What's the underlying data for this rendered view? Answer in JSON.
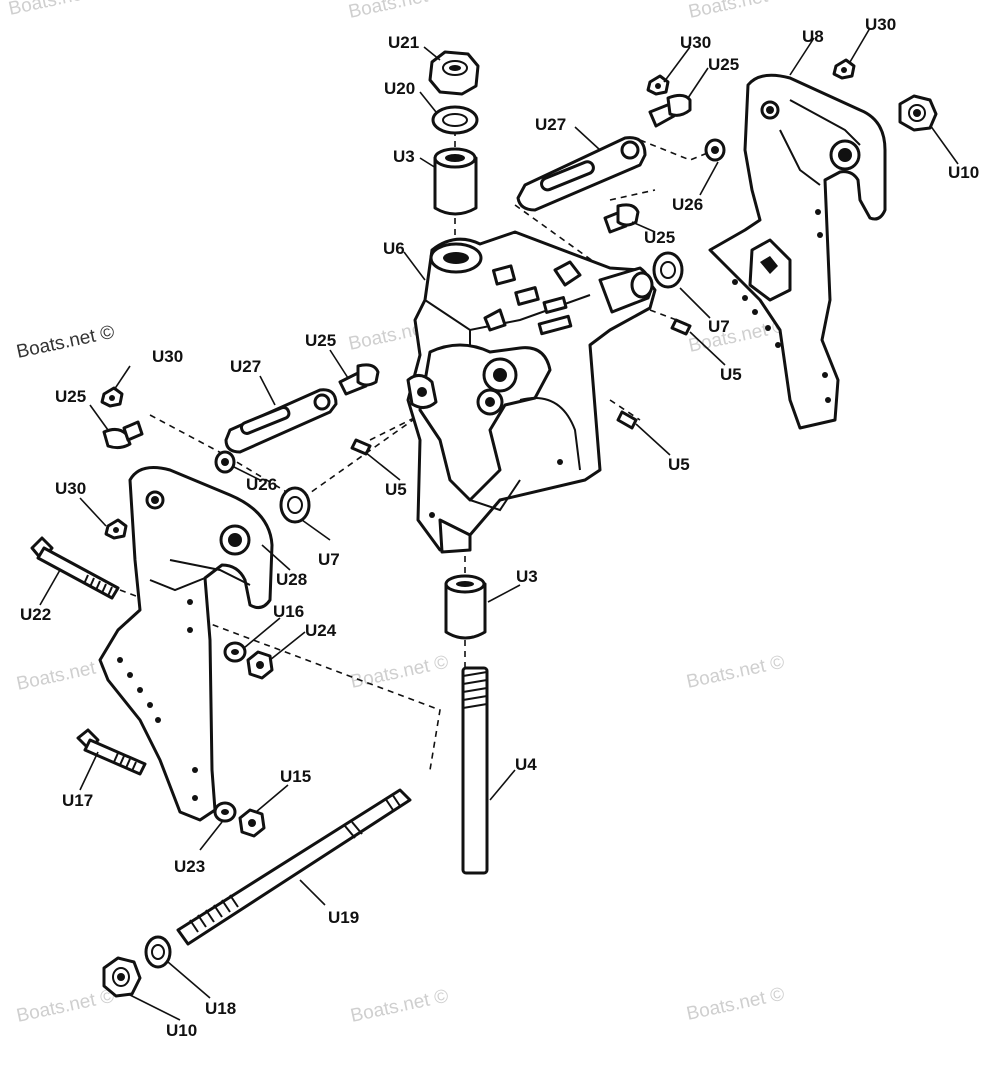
{
  "watermark": {
    "text": "Boats.net ©"
  },
  "labels": {
    "U21": "U21",
    "U20": "U20",
    "U3a": "U3",
    "U3b": "U3",
    "U6": "U6",
    "U4": "U4",
    "U27a": "U27",
    "U27b": "U27",
    "U25a": "U25",
    "U25b": "U25",
    "U25c": "U25",
    "U25d": "U25",
    "U30a": "U30",
    "U30b": "U30",
    "U30c": "U30",
    "U30d": "U30",
    "U8": "U8",
    "U10a": "U10",
    "U10b": "U10",
    "U26a": "U26",
    "U26b": "U26",
    "U7a": "U7",
    "U7b": "U7",
    "U5a": "U5",
    "U5b": "U5",
    "U5c": "U5",
    "U28": "U28",
    "U22": "U22",
    "U16": "U16",
    "U24": "U24",
    "U17": "U17",
    "U15": "U15",
    "U23": "U23",
    "U19": "U19",
    "U18": "U18"
  }
}
